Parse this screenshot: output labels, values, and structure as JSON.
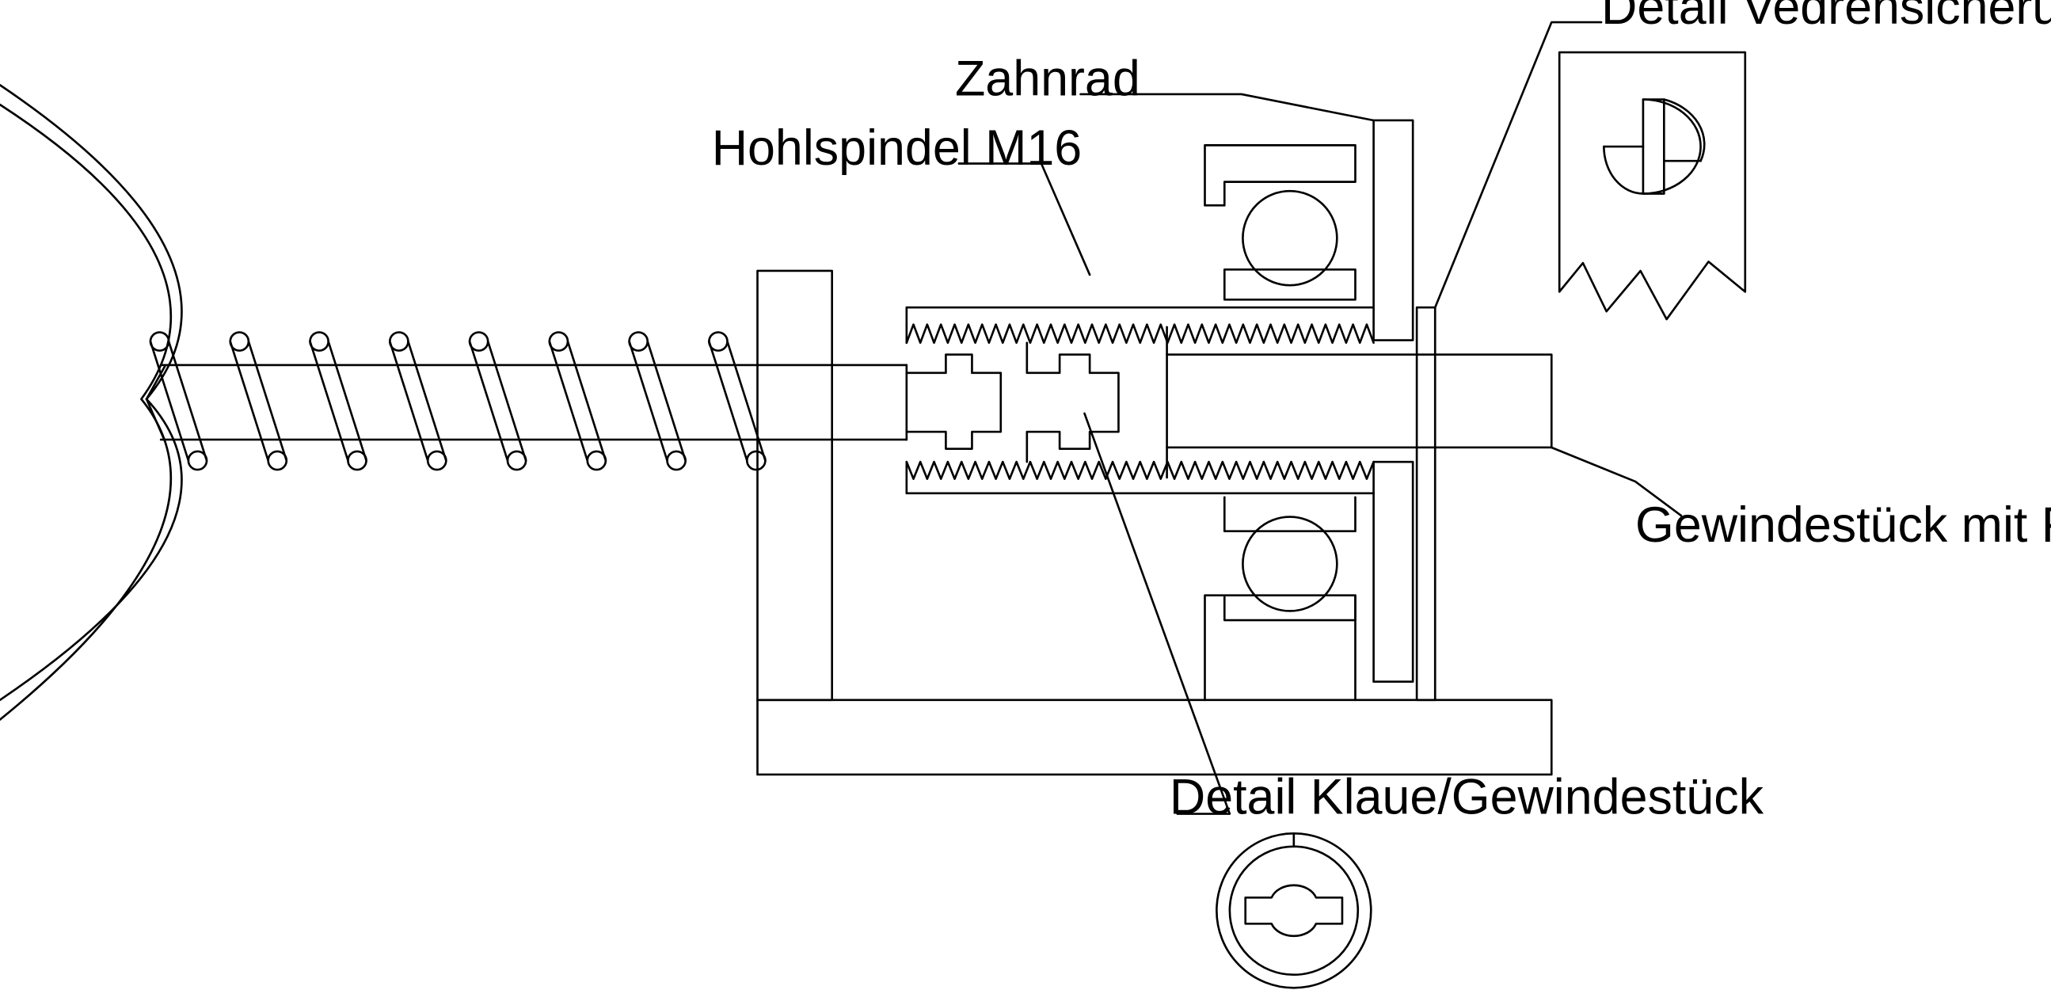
{
  "labels": {
    "detail_vedrehsicherung": "Detail Vedrehsicherung",
    "zahnrad": "Zahnrad",
    "hohlspindel": "Hohlspindel M16",
    "gewindestueck": "Gewindestück mit Flachstahl",
    "detail_klaue": "Detail Klaue/Gewindestück"
  }
}
